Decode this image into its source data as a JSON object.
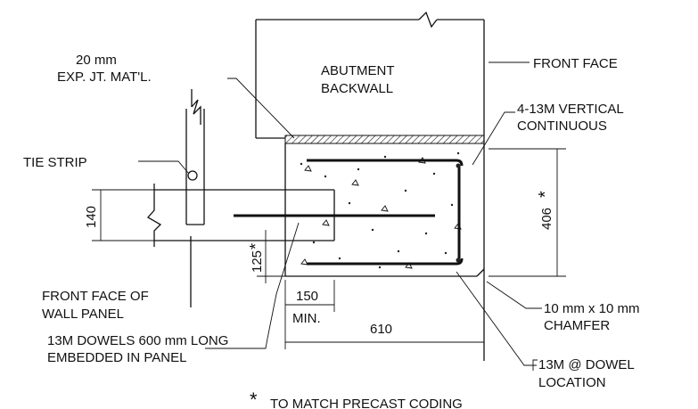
{
  "labels": {
    "exp_joint_size": "20 mm",
    "exp_joint_mat": "EXP. JT. MAT'L.",
    "abutment_line1": "ABUTMENT",
    "abutment_line2": "BACKWALL",
    "front_face": "FRONT FACE",
    "vertical_bars_line1": "4-13M VERTICAL",
    "vertical_bars_line2": "CONTINUOUS",
    "tie_strip": "TIE STRIP",
    "wall_panel_line1": "FRONT FACE OF",
    "wall_panel_line2": "WALL PANEL",
    "dowels_line1": "13M DOWELS 600 mm LONG",
    "dowels_line2": "EMBEDDED IN PANEL",
    "chamfer_line1": "10 mm x 10 mm",
    "chamfer_line2": "CHAMFER",
    "dowel_loc_line1": "13M @ DOWEL",
    "dowel_loc_line2": "LOCATION",
    "footnote_star": "*",
    "footnote_text": "TO MATCH PRECAST CODING"
  },
  "dimensions": {
    "dim_406": "406",
    "dim_406_star": "*",
    "dim_140": "140",
    "dim_125": "125",
    "dim_125_star": "*",
    "dim_150": "150",
    "dim_min": "MIN.",
    "dim_610": "610"
  }
}
